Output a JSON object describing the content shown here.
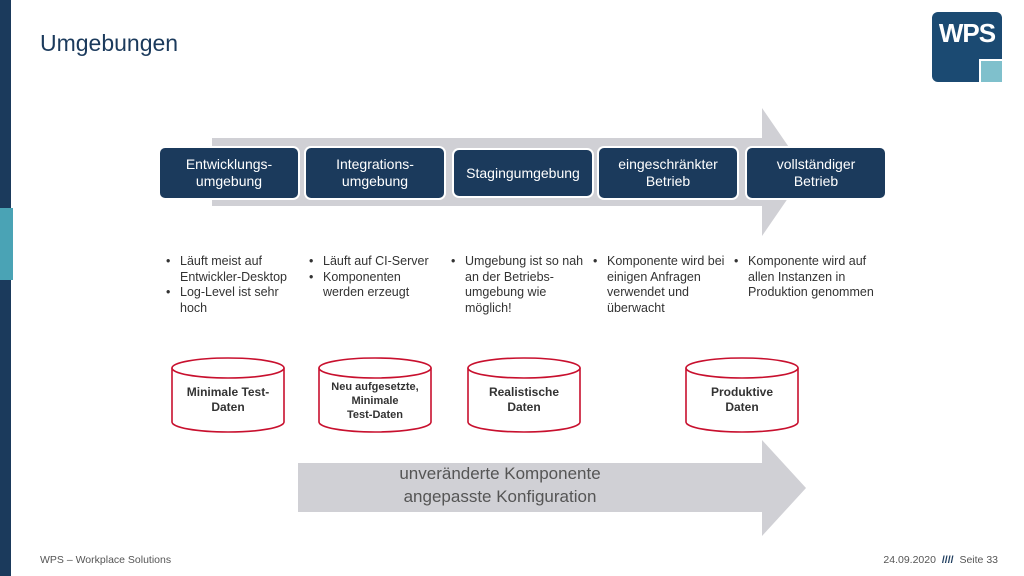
{
  "slide": {
    "title": "Umgebungen",
    "logo_text": "WPS"
  },
  "environments": [
    {
      "label_line1": "Entwicklungs-",
      "label_line2": "umgebung",
      "bullets": [
        "Läuft meist auf Entwickler-Desktop",
        "Log-Level ist sehr hoch"
      ]
    },
    {
      "label_line1": "Integrations-",
      "label_line2": "umgebung",
      "bullets": [
        "Läuft auf CI-Server",
        "Komponenten werden erzeugt"
      ]
    },
    {
      "label_line1": "Stagingumgebung",
      "label_line2": "",
      "bullets": [
        "Umgebung ist so nah an der Betriebs-umgebung wie möglich!"
      ]
    },
    {
      "label_line1": "eingeschränkter",
      "label_line2": "Betrieb",
      "bullets": [
        "Komponente wird bei einigen Anfragen verwendet und überwacht"
      ]
    },
    {
      "label_line1": "vollständiger",
      "label_line2": "Betrieb",
      "bullets": [
        "Komponente wird auf allen Instanzen in Produktion genommen"
      ]
    }
  ],
  "databases": [
    {
      "line1": "Minimale Test-",
      "line2": "Daten",
      "line3": ""
    },
    {
      "line1": "Neu aufgesetzte,",
      "line2": "Minimale",
      "line3": "Test-Daten"
    },
    {
      "line1": "Realistische",
      "line2": "Daten",
      "line3": ""
    },
    {
      "line1": "Produktive",
      "line2": "Daten",
      "line3": ""
    }
  ],
  "bottom_arrow": {
    "line1": "unveränderte Komponente",
    "line2": "angepasste Konfiguration"
  },
  "footer": {
    "left": "WPS – Workplace Solutions",
    "date": "24.09.2020",
    "separator": "////",
    "page": "Seite 33"
  },
  "colors": {
    "primary": "#1b3a5c",
    "accent": "#4aa3b5",
    "arrow_gray": "#d0d0d5",
    "db_outline": "#c8102e"
  }
}
